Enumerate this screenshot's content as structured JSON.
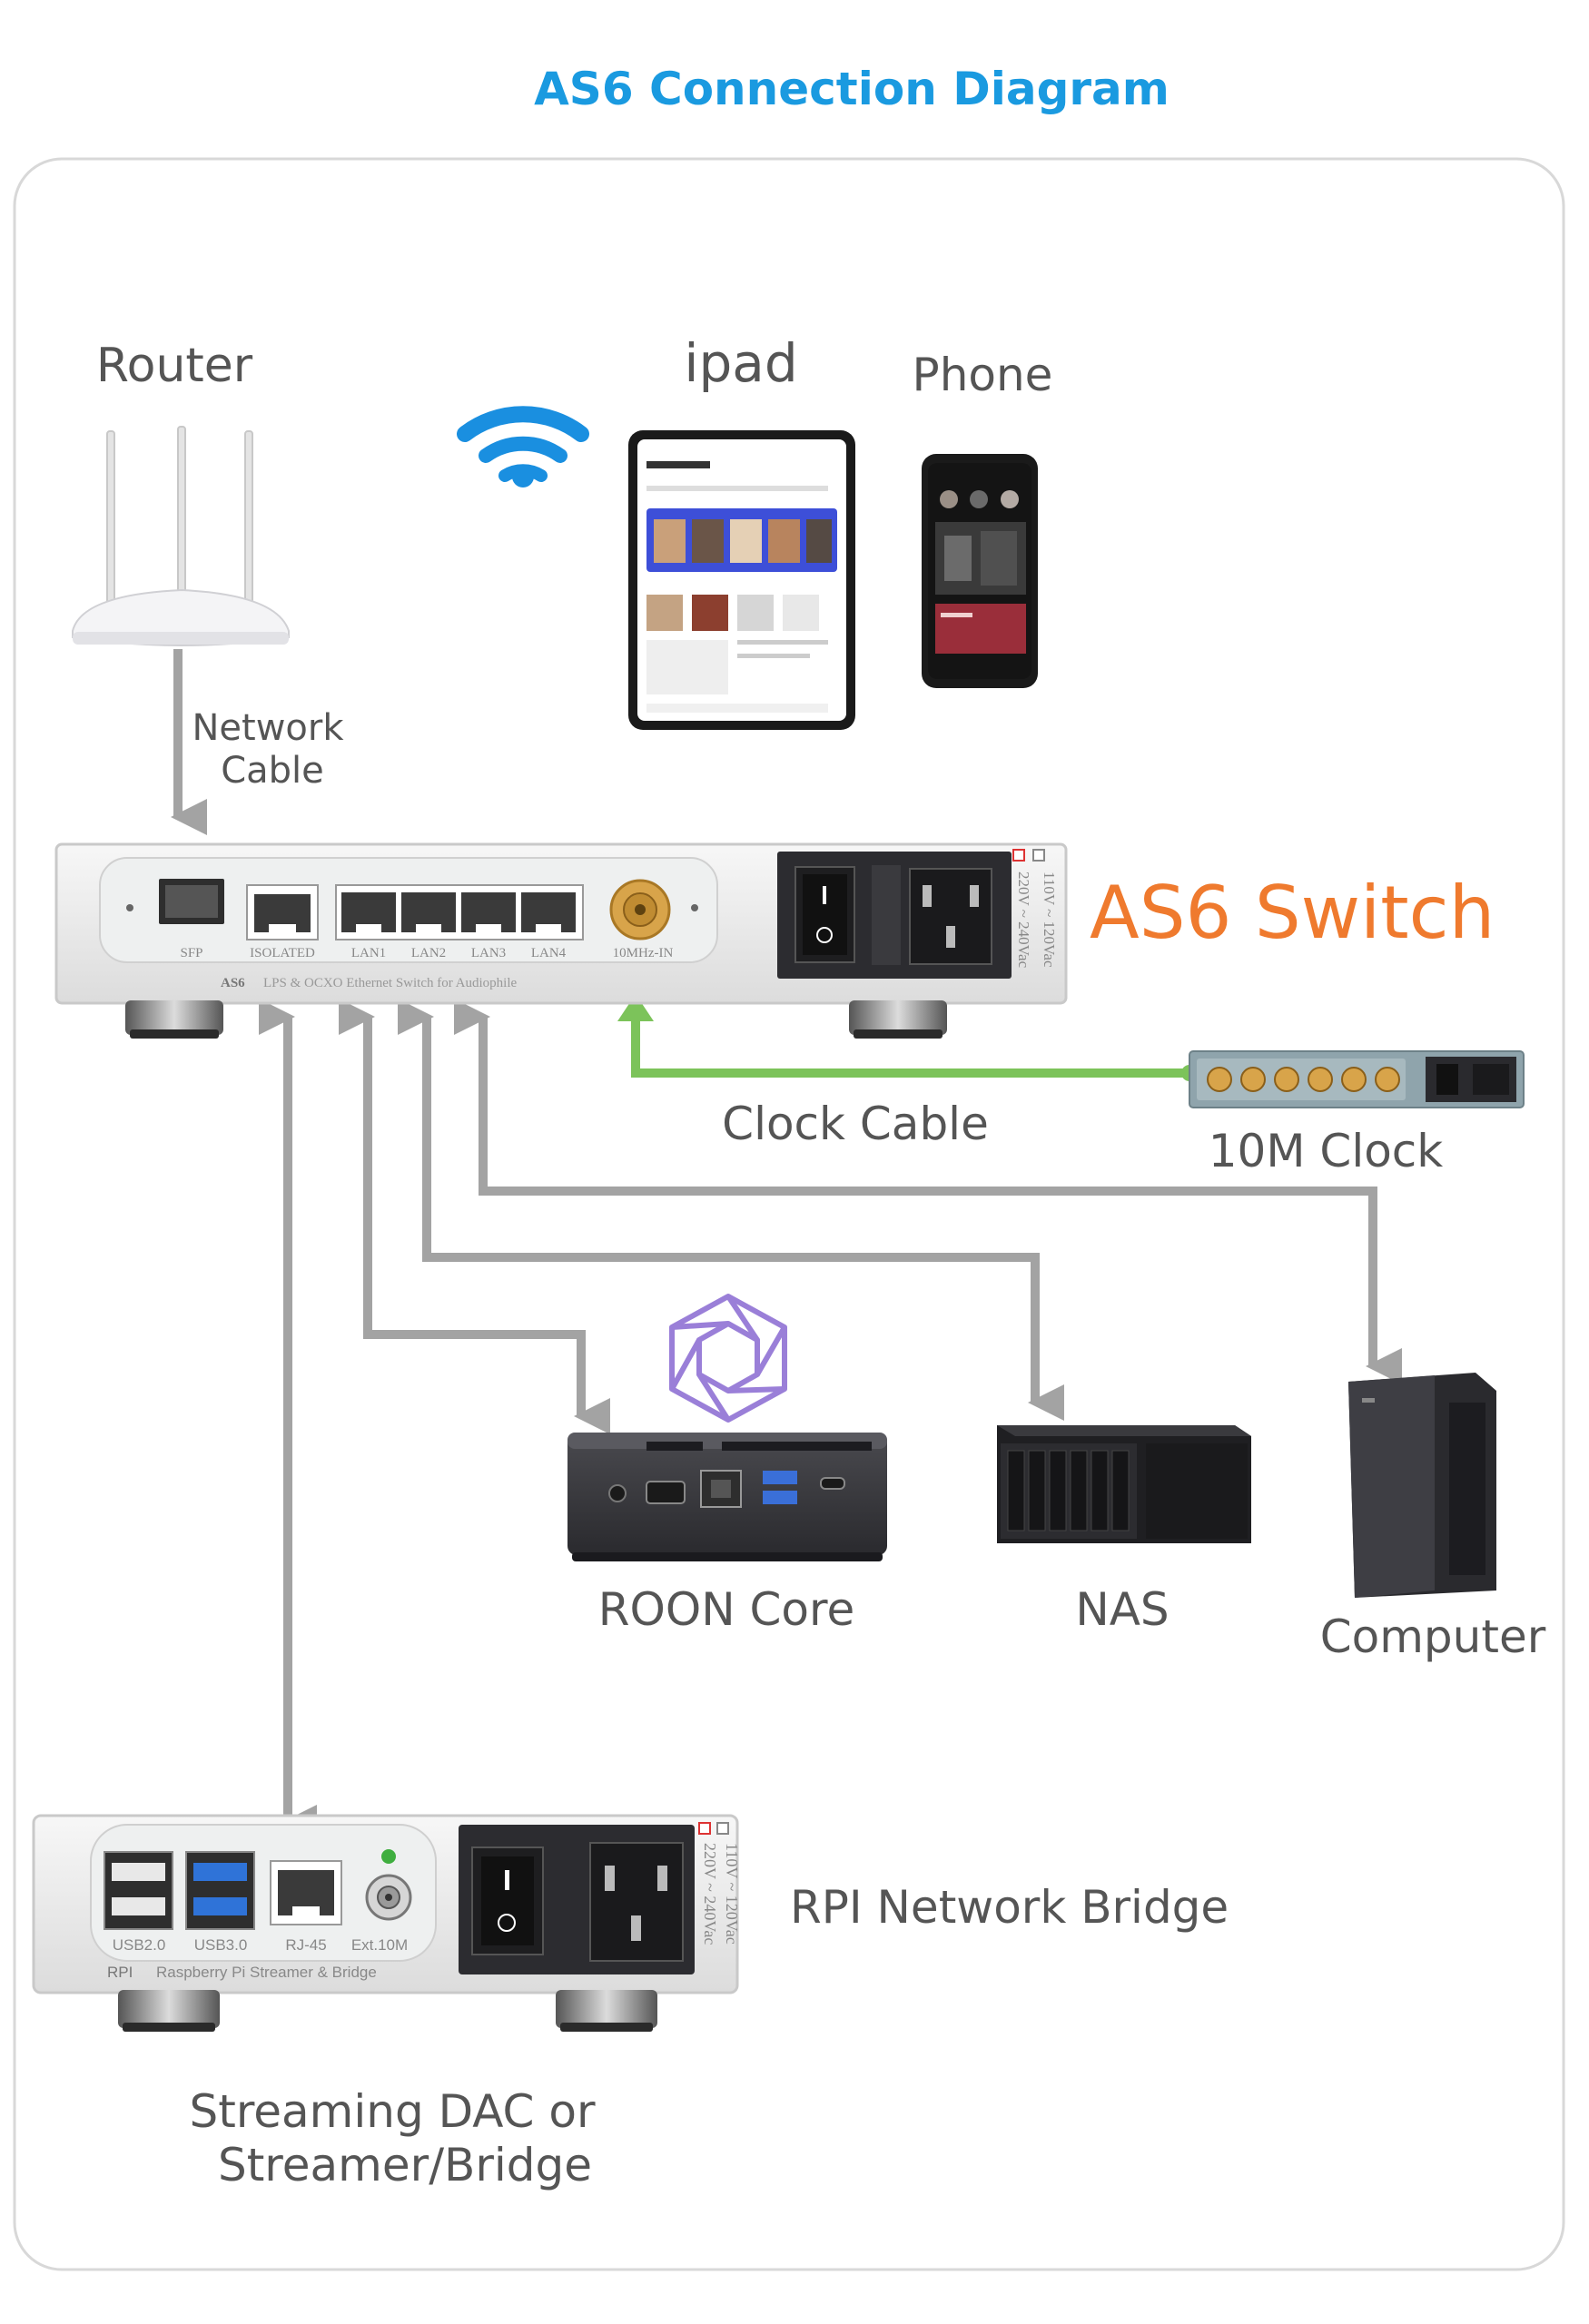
{
  "title": "AS6 Connection Diagram",
  "colors": {
    "title": "#1a9ae0",
    "label": "#555555",
    "switch_label": "#ef7a2e",
    "cable": "#a3a3a3",
    "clock_cable": "#7cc35a",
    "panel_border": "#d8d8d8",
    "silver": "#ececec",
    "gold": "#d8a44a"
  },
  "devices": {
    "router": "Router",
    "ipad": "ipad",
    "phone": "Phone",
    "as6": "AS6 Switch",
    "clock": "10M Clock",
    "roon": "ROON Core",
    "nas": "NAS",
    "computer": "Computer",
    "rpi": "RPI Network Bridge"
  },
  "cables": {
    "network_line1": "Network",
    "network_line2": "Cable",
    "clock": "Clock Cable"
  },
  "streaming": {
    "line1": "Streaming DAC or",
    "line2": "Streamer/Bridge"
  },
  "as6_panel": {
    "ports": [
      "SFP",
      "ISOLATED",
      "LAN1",
      "LAN2",
      "LAN3",
      "LAN4",
      "10MHz-IN"
    ],
    "model": "AS6",
    "model_desc": "LPS & OCXO Ethernet Switch for Audiophile",
    "voltage_1": "110V ~ 120Vac",
    "voltage_2": "220V ~ 240Vac"
  },
  "rpi_panel": {
    "ports": [
      "USB2.0",
      "USB3.0",
      "RJ-45",
      "Ext.10M"
    ],
    "model": "RPI",
    "model_desc": "Raspberry Pi Streamer & Bridge",
    "voltage_1": "110V ~ 120Vac",
    "voltage_2": "220V ~ 240Vac"
  },
  "icons": {
    "wifi": "wifi-icon",
    "roon_logo": "roon-logo-icon"
  }
}
